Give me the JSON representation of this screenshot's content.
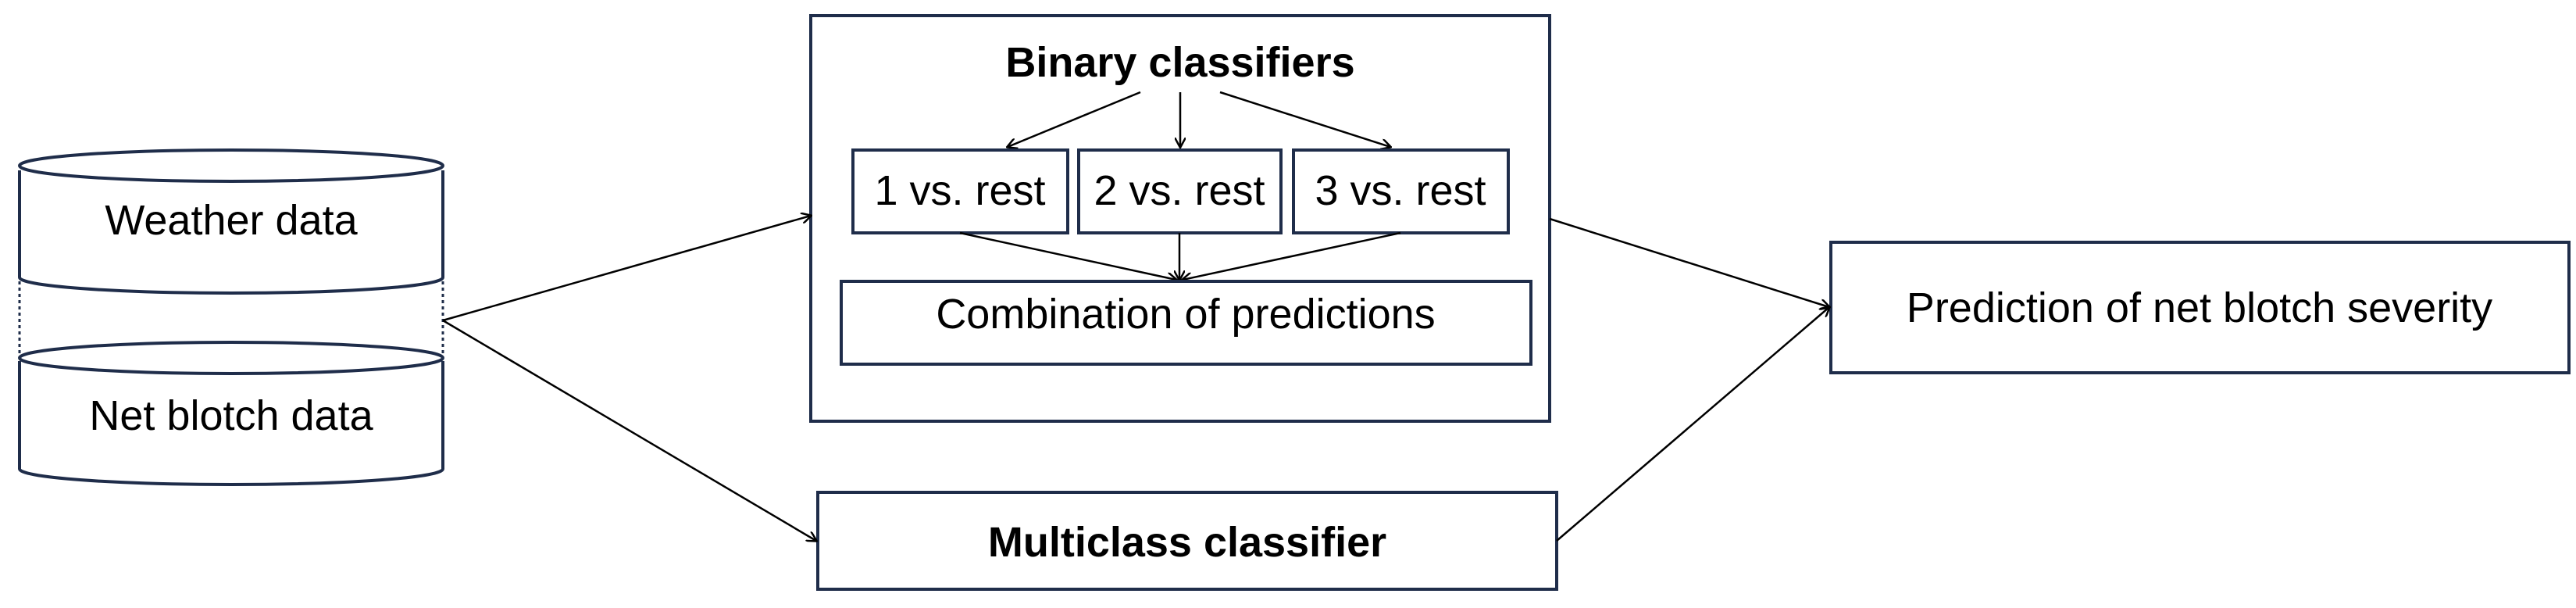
{
  "colors": {
    "box_stroke": "#1f2d4a",
    "arrow": "#000000",
    "text": "#000000",
    "background": "#ffffff"
  },
  "data_sources": {
    "weather": "Weather data",
    "net_blotch": "Net blotch data"
  },
  "binary_block": {
    "title": "Binary classifiers",
    "classifiers": [
      "1 vs. rest",
      "2 vs. rest",
      "3 vs. rest"
    ],
    "combination": "Combination of predictions"
  },
  "multiclass": {
    "label": "Multiclass classifier"
  },
  "output": {
    "label": "Prediction of net blotch severity"
  }
}
